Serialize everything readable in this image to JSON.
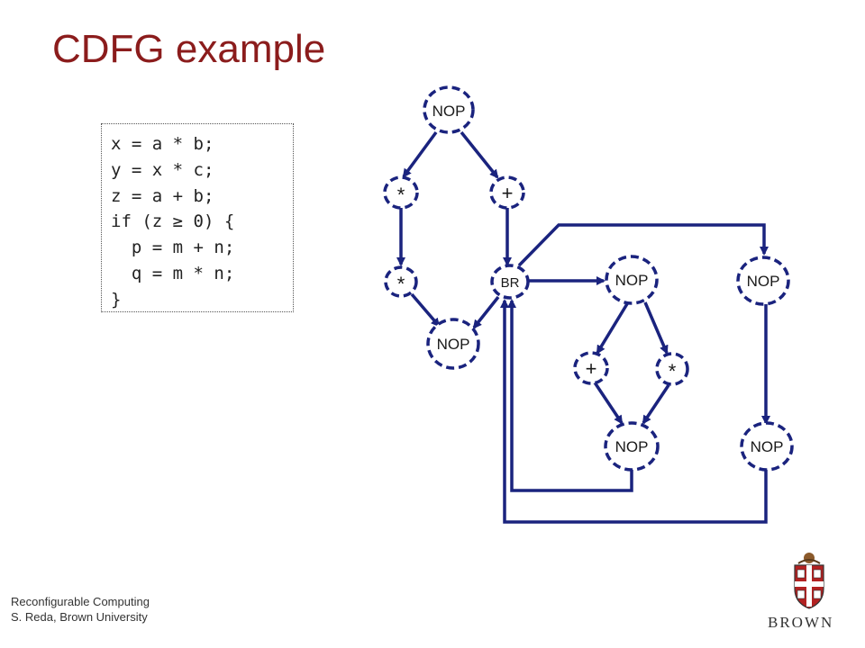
{
  "slide": {
    "title": "CDFG example"
  },
  "code": {
    "lines": [
      "x = a * b;",
      "y = x * c;",
      "z = a + b;",
      "if (z ≥ 0) {",
      "  p = m + n;",
      "  q = m * n;",
      "}"
    ]
  },
  "diagram": {
    "nodes": {
      "nop_top": "NOP",
      "mul_a": "*",
      "add_a": "+",
      "mul_b": "*",
      "br": "BR",
      "nop_join": "NOP",
      "nop_then": "NOP",
      "add_b": "+",
      "mul_c": "*",
      "nop_then_end": "NOP",
      "nop_else": "NOP",
      "nop_else_end": "NOP"
    },
    "colors": {
      "edge": "#1a237e",
      "node_border": "#1a237e"
    }
  },
  "footer": {
    "line1": "Reconfigurable Computing",
    "line2": "S. Reda, Brown University"
  },
  "logo": {
    "text": "BROWN",
    "icon": "brown-university-shield-icon"
  }
}
